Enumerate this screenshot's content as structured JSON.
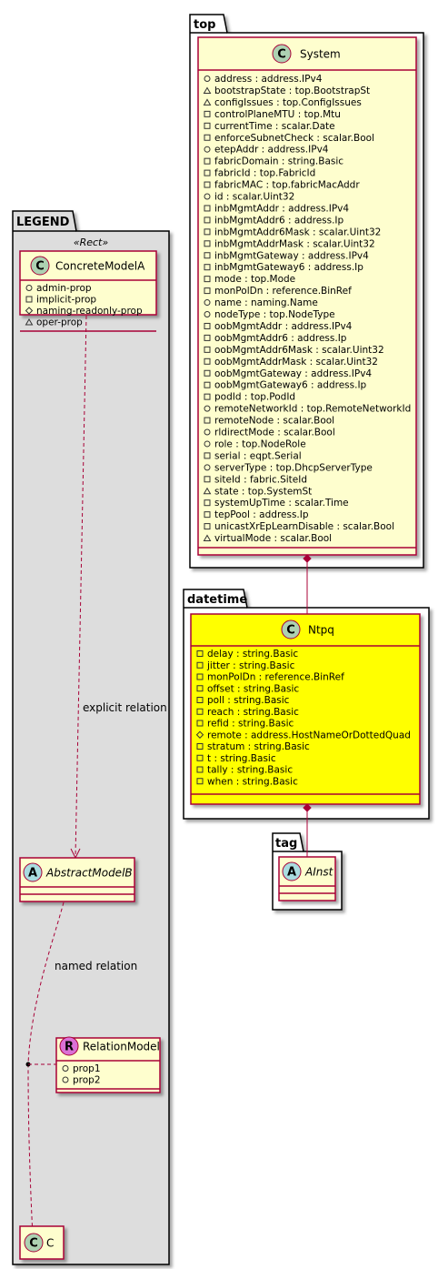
{
  "packages": {
    "top": "top",
    "legend": "LEGEND",
    "datetime": "datetime",
    "tag": "tag"
  },
  "legend_stereotype": "«Rect»",
  "system": {
    "name": "System",
    "badge": "C",
    "members": [
      {
        "vis": "+",
        "text": "address : address.IPv4"
      },
      {
        "vis": "~",
        "text": "bootstrapState : top.BootstrapSt"
      },
      {
        "vis": "~",
        "text": "configIssues : top.ConfigIssues"
      },
      {
        "vis": "-",
        "text": "controlPlaneMTU : top.Mtu"
      },
      {
        "vis": "-",
        "text": "currentTime : scalar.Date"
      },
      {
        "vis": "-",
        "text": "enforceSubnetCheck : scalar.Bool"
      },
      {
        "vis": "+",
        "text": "etepAddr : address.IPv4"
      },
      {
        "vis": "-",
        "text": "fabricDomain : string.Basic"
      },
      {
        "vis": "-",
        "text": "fabricId : top.FabricId"
      },
      {
        "vis": "-",
        "text": "fabricMAC : top.fabricMacAddr"
      },
      {
        "vis": "+",
        "text": "id : scalar.Uint32"
      },
      {
        "vis": "-",
        "text": "inbMgmtAddr : address.IPv4"
      },
      {
        "vis": "-",
        "text": "inbMgmtAddr6 : address.Ip"
      },
      {
        "vis": "-",
        "text": "inbMgmtAddr6Mask : scalar.Uint32"
      },
      {
        "vis": "-",
        "text": "inbMgmtAddrMask : scalar.Uint32"
      },
      {
        "vis": "-",
        "text": "inbMgmtGateway : address.IPv4"
      },
      {
        "vis": "-",
        "text": "inbMgmtGateway6 : address.Ip"
      },
      {
        "vis": "-",
        "text": "mode : top.Mode"
      },
      {
        "vis": "-",
        "text": "monPolDn : reference.BinRef"
      },
      {
        "vis": "+",
        "text": "name : naming.Name"
      },
      {
        "vis": "+",
        "text": "nodeType : top.NodeType"
      },
      {
        "vis": "-",
        "text": "oobMgmtAddr : address.IPv4"
      },
      {
        "vis": "-",
        "text": "oobMgmtAddr6 : address.Ip"
      },
      {
        "vis": "-",
        "text": "oobMgmtAddr6Mask : scalar.Uint32"
      },
      {
        "vis": "-",
        "text": "oobMgmtAddrMask : scalar.Uint32"
      },
      {
        "vis": "-",
        "text": "oobMgmtGateway : address.IPv4"
      },
      {
        "vis": "-",
        "text": "oobMgmtGateway6 : address.Ip"
      },
      {
        "vis": "-",
        "text": "podId : top.PodId"
      },
      {
        "vis": "+",
        "text": "remoteNetworkId : top.RemoteNetworkId"
      },
      {
        "vis": "-",
        "text": "remoteNode : scalar.Bool"
      },
      {
        "vis": "+",
        "text": "rldirectMode : scalar.Bool"
      },
      {
        "vis": "+",
        "text": "role : top.NodeRole"
      },
      {
        "vis": "-",
        "text": "serial : eqpt.Serial"
      },
      {
        "vis": "+",
        "text": "serverType : top.DhcpServerType"
      },
      {
        "vis": "-",
        "text": "siteId : fabric.SiteId"
      },
      {
        "vis": "~",
        "text": "state : top.SystemSt"
      },
      {
        "vis": "-",
        "text": "systemUpTime : scalar.Time"
      },
      {
        "vis": "-",
        "text": "tepPool : address.Ip"
      },
      {
        "vis": "-",
        "text": "unicastXrEpLearnDisable : scalar.Bool"
      },
      {
        "vis": "~",
        "text": "virtualMode : scalar.Bool"
      }
    ]
  },
  "ntpq": {
    "name": "Ntpq",
    "badge": "C",
    "members": [
      {
        "vis": "-",
        "text": "delay : string.Basic"
      },
      {
        "vis": "-",
        "text": "jitter : string.Basic"
      },
      {
        "vis": "-",
        "text": "monPolDn : reference.BinRef"
      },
      {
        "vis": "-",
        "text": "offset : string.Basic"
      },
      {
        "vis": "-",
        "text": "poll : string.Basic"
      },
      {
        "vis": "-",
        "text": "reach : string.Basic"
      },
      {
        "vis": "-",
        "text": "refid : string.Basic"
      },
      {
        "vis": "#",
        "text": "remote : address.HostNameOrDottedQuad"
      },
      {
        "vis": "-",
        "text": "stratum : string.Basic"
      },
      {
        "vis": "-",
        "text": "t : string.Basic"
      },
      {
        "vis": "-",
        "text": "tally : string.Basic"
      },
      {
        "vis": "-",
        "text": "when : string.Basic"
      }
    ]
  },
  "ainst": {
    "name": "AInst",
    "badge": "A"
  },
  "concrete_model": {
    "name": "ConcreteModelA",
    "badge": "C",
    "members": [
      {
        "vis": "+",
        "text": "admin-prop"
      },
      {
        "vis": "-",
        "text": "implicit-prop"
      },
      {
        "vis": "#",
        "text": "naming-readonly-prop"
      },
      {
        "vis": "~",
        "text": "oper-prop"
      }
    ]
  },
  "abstract_model": {
    "name": "AbstractModelB",
    "badge": "A"
  },
  "relation_model": {
    "name": "RelationModel",
    "badge": "R",
    "members": [
      {
        "vis": "+",
        "text": "prop1"
      },
      {
        "vis": "+",
        "text": "prop2"
      }
    ]
  },
  "class_c": {
    "name": "C",
    "badge": "C"
  },
  "relations": {
    "explicit": "explicit relation",
    "named": "named relation"
  },
  "colors": {
    "class_fill": "#FEFECE",
    "class_border": "#A80036",
    "highlight_fill": "#FFFF00",
    "package_fill": "#FFFFFF",
    "legend_fill": "#DDDDDD",
    "badge_c": "#ADD1B2",
    "badge_a": "#A9DCDF",
    "badge_r": "#DA70D6",
    "edge": "#A80036"
  }
}
